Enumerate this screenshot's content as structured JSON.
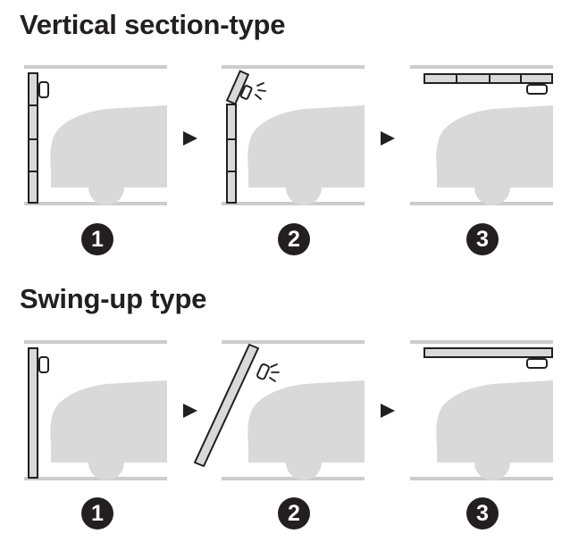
{
  "sections": [
    {
      "title": "Vertical section-type",
      "steps": [
        {
          "number": "1"
        },
        {
          "number": "2"
        },
        {
          "number": "3"
        }
      ]
    },
    {
      "title": "Swing-up type",
      "steps": [
        {
          "number": "1"
        },
        {
          "number": "2"
        },
        {
          "number": "3"
        }
      ]
    }
  ],
  "colors": {
    "outline": "#231f20",
    "car_fill": "#d9d9d9",
    "rail": "#cccccc",
    "door_fill": "#d9d9d9"
  },
  "icons": [
    "car-silhouette-icon",
    "garage-door-icon",
    "door-sensor-icon",
    "sensor-beam-icon",
    "right-arrow-icon"
  ]
}
